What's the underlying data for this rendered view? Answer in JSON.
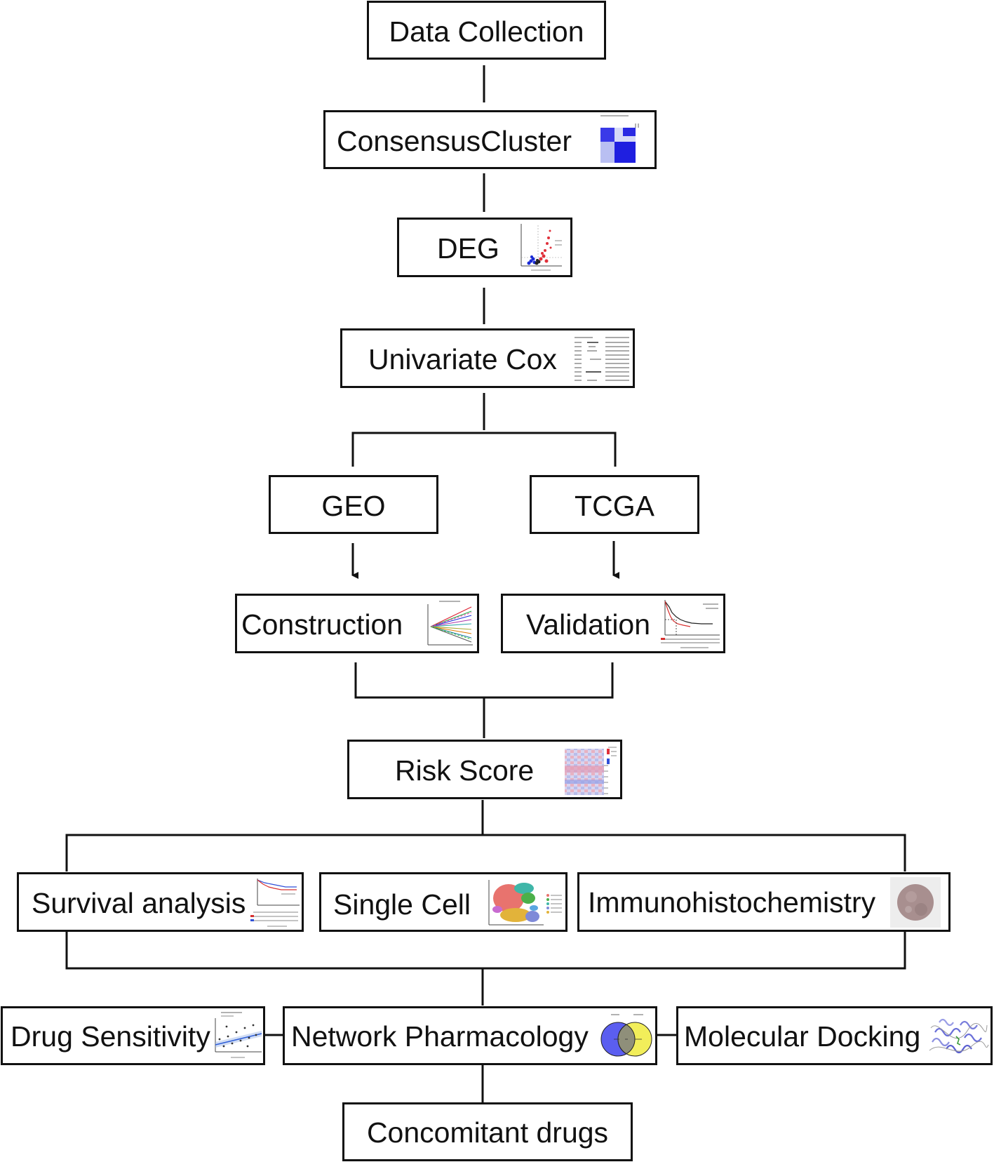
{
  "nodes": {
    "data_collection": "Data Collection",
    "consensus_cluster": "ConsensusCluster",
    "deg": "DEG",
    "univariate_cox": "Univariate Cox",
    "geo": "GEO",
    "tcga": "TCGA",
    "construction": "Construction",
    "validation": "Validation",
    "risk_score": "Risk Score",
    "survival_analysis": "Survival analysis",
    "single_cell": "Single Cell",
    "immunohistochemistry": "Immunohistochemistry",
    "drug_sensitivity": "Drug Sensitivity",
    "network_pharmacology": "Network Pharmacology",
    "molecular_docking": "Molecular Docking",
    "concomitant_drugs": "Concomitant drugs"
  },
  "colors": {
    "line": "#111111",
    "heat_blue": "#1f1fe0",
    "heat_light": "#c7cdf5",
    "volcano_red": "#e0303a",
    "volcano_blue": "#1a2bd6",
    "venn_left": "#5b5ef0",
    "venn_right": "#f2ee5a",
    "ihc_tissue": "#a88f8f",
    "survival_red": "#d8302f",
    "survival_blue": "#2f4fd8"
  }
}
